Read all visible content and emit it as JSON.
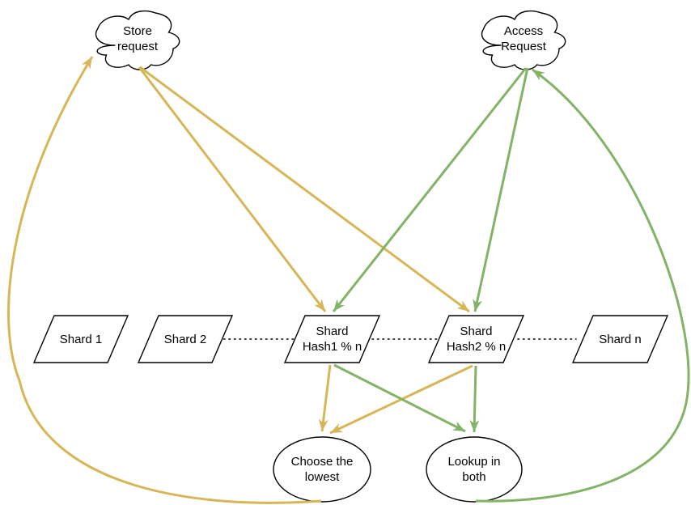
{
  "diagram": {
    "type": "flow-diagram",
    "topic": "request sharding with hash routing",
    "colors": {
      "store_flow": "#D6B656",
      "access_flow": "#82B366",
      "shape_stroke": "#000000",
      "shape_fill": "#FFFFFF",
      "background": "#FFFFFF"
    },
    "nodes": {
      "store_request": "Store\nrequest",
      "access_request": "Access\nRequest",
      "shard_1": "Shard 1",
      "shard_2": "Shard 2",
      "shard_hash1": "Shard\nHash1 % n",
      "shard_hash2": "Shard\nHash2 % n",
      "shard_n": "Shard n",
      "choose_lowest": "Choose the\nlowest",
      "lookup_both": "Lookup in\nboth"
    },
    "edges": [
      {
        "from": "store-request",
        "to": "shard-hash1",
        "color": "#D6B656",
        "style": "straight-arrow"
      },
      {
        "from": "store-request",
        "to": "shard-hash2",
        "color": "#D6B656",
        "style": "straight-arrow"
      },
      {
        "from": "shard-hash1",
        "to": "choose-lowest",
        "color": "#D6B656",
        "style": "straight-arrow"
      },
      {
        "from": "shard-hash2",
        "to": "choose-lowest",
        "color": "#D6B656",
        "style": "straight-arrow"
      },
      {
        "from": "choose-lowest",
        "to": "store-request",
        "color": "#D6B656",
        "style": "curved-arrow"
      },
      {
        "from": "access-request",
        "to": "shard-hash1",
        "color": "#82B366",
        "style": "straight-arrow"
      },
      {
        "from": "access-request",
        "to": "shard-hash2",
        "color": "#82B366",
        "style": "straight-arrow"
      },
      {
        "from": "shard-hash1",
        "to": "lookup-both",
        "color": "#82B366",
        "style": "straight-arrow"
      },
      {
        "from": "shard-hash2",
        "to": "lookup-both",
        "color": "#82B366",
        "style": "straight-arrow"
      },
      {
        "from": "lookup-both",
        "to": "access-request",
        "color": "#82B366",
        "style": "curved-arrow"
      }
    ],
    "separators": [
      {
        "between": [
          "shard-2",
          "shard-hash1"
        ],
        "style": "dotted"
      },
      {
        "between": [
          "shard-hash1",
          "shard-hash2"
        ],
        "style": "dotted"
      },
      {
        "between": [
          "shard-hash2",
          "shard-n"
        ],
        "style": "dotted"
      }
    ]
  }
}
